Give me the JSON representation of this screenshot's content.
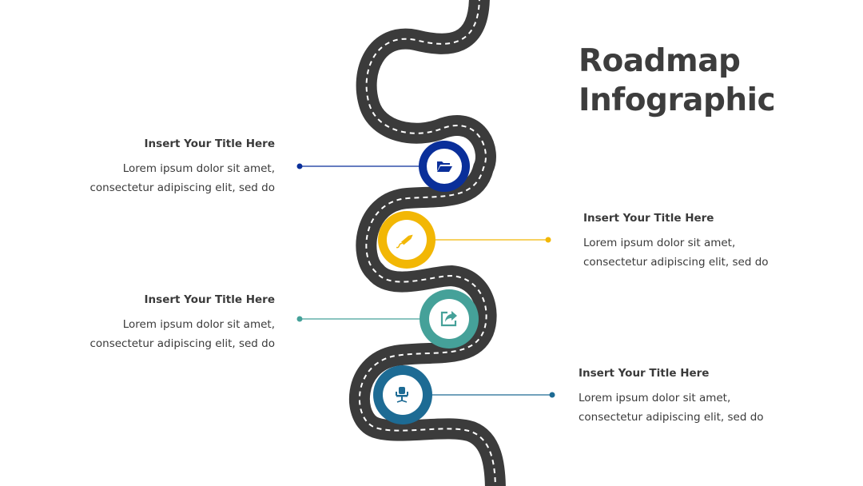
{
  "title": {
    "line1": "Roadmap",
    "line2": "Infographic"
  },
  "colors": {
    "road": "#3b3b3b",
    "dash": "#ffffff",
    "text": "#3a3a3a",
    "title": "#3d3d3d"
  },
  "steps": [
    {
      "title": "Insert Your Title Here",
      "line1": "Lorem ipsum dolor sit amet,",
      "line2": "consectetur adipiscing elit, sed do",
      "side": "left",
      "color": "#0a2f9a",
      "icon": "folder-open-icon"
    },
    {
      "title": "Insert Your Title Here",
      "line1": "Lorem ipsum dolor sit amet,",
      "line2": "consectetur adipiscing elit, sed do",
      "side": "right",
      "color": "#f2b705",
      "icon": "pencil-icon"
    },
    {
      "title": "Insert Your Title Here",
      "line1": "Lorem ipsum dolor sit amet,",
      "line2": "consectetur adipiscing elit, sed do",
      "side": "left",
      "color": "#45a199",
      "icon": "share-icon"
    },
    {
      "title": "Insert Your Title Here",
      "line1": "Lorem ipsum dolor sit amet,",
      "line2": "consectetur adipiscing elit, sed do",
      "side": "right",
      "color": "#1d6b94",
      "icon": "office-chair-icon"
    }
  ]
}
